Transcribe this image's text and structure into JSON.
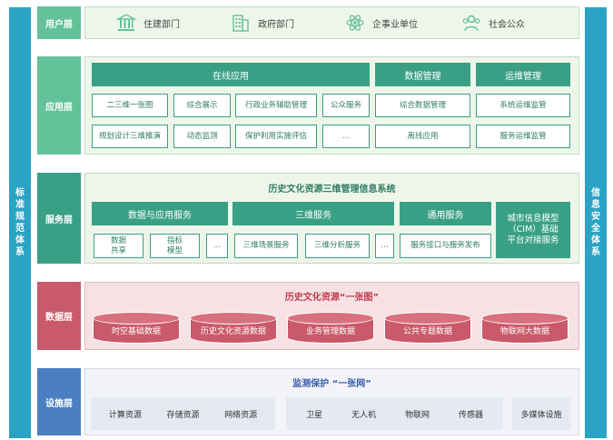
{
  "sides": {
    "left": [
      "标",
      "准",
      "规",
      "范",
      "体",
      "系"
    ],
    "right": [
      "信",
      "息",
      "安",
      "全",
      "体",
      "系"
    ]
  },
  "layers": {
    "user": "用户层",
    "app": "应用层",
    "service": "服务层",
    "data": "数据层",
    "infra": "设施层"
  },
  "user_items": [
    "住建部门",
    "政府部门",
    "企事业单位",
    "社会公众"
  ],
  "app": {
    "online": "在线应用",
    "data_mgmt": "数据管理",
    "ops_mgmt": "运维管理",
    "row1": [
      "二三维一张图",
      "综合展示",
      "行政业务辅助管理",
      "公众服务",
      "综合数据管理",
      "系统运维监管"
    ],
    "row2": [
      "规划设计三维推演",
      "动态监测",
      "保护利用实施评估",
      "…",
      "离线应用",
      "服务运维监管"
    ]
  },
  "service": {
    "title": "历史文化资源三维管理信息系统",
    "cats": [
      "数据与应用服务",
      "三维服务",
      "通用服务"
    ],
    "cim": [
      "城市信息模型",
      "（CIM）基础",
      "平台对接服务"
    ],
    "items": [
      [
        "数据",
        "共享"
      ],
      [
        "指标",
        "模型"
      ],
      "…",
      "三维场景服务",
      "三维分析服务",
      "…",
      "服务接口与服务发布"
    ]
  },
  "data": {
    "title": "历史文化资源“一张图”",
    "items": [
      "时空基础数据",
      "历史文化资源数据",
      "业务管理数据",
      "公共专题数据",
      "物联网大数据"
    ]
  },
  "infra": {
    "title": "监测保护 “一张网”",
    "group1": [
      "计算资源",
      "存储资源",
      "网络资源"
    ],
    "group2": [
      "卫星",
      "无人机",
      "物联网",
      "传感器"
    ],
    "group3": "多媒体设施"
  },
  "colors": {
    "green": "#3aa085",
    "green_label": "#63c29a",
    "pink": "#c95a6a",
    "pink_bg": "#f6e1e4",
    "blue_label": "#4a7fc1",
    "blue_title": "#3a5da8",
    "side": "#2ba3c4"
  }
}
